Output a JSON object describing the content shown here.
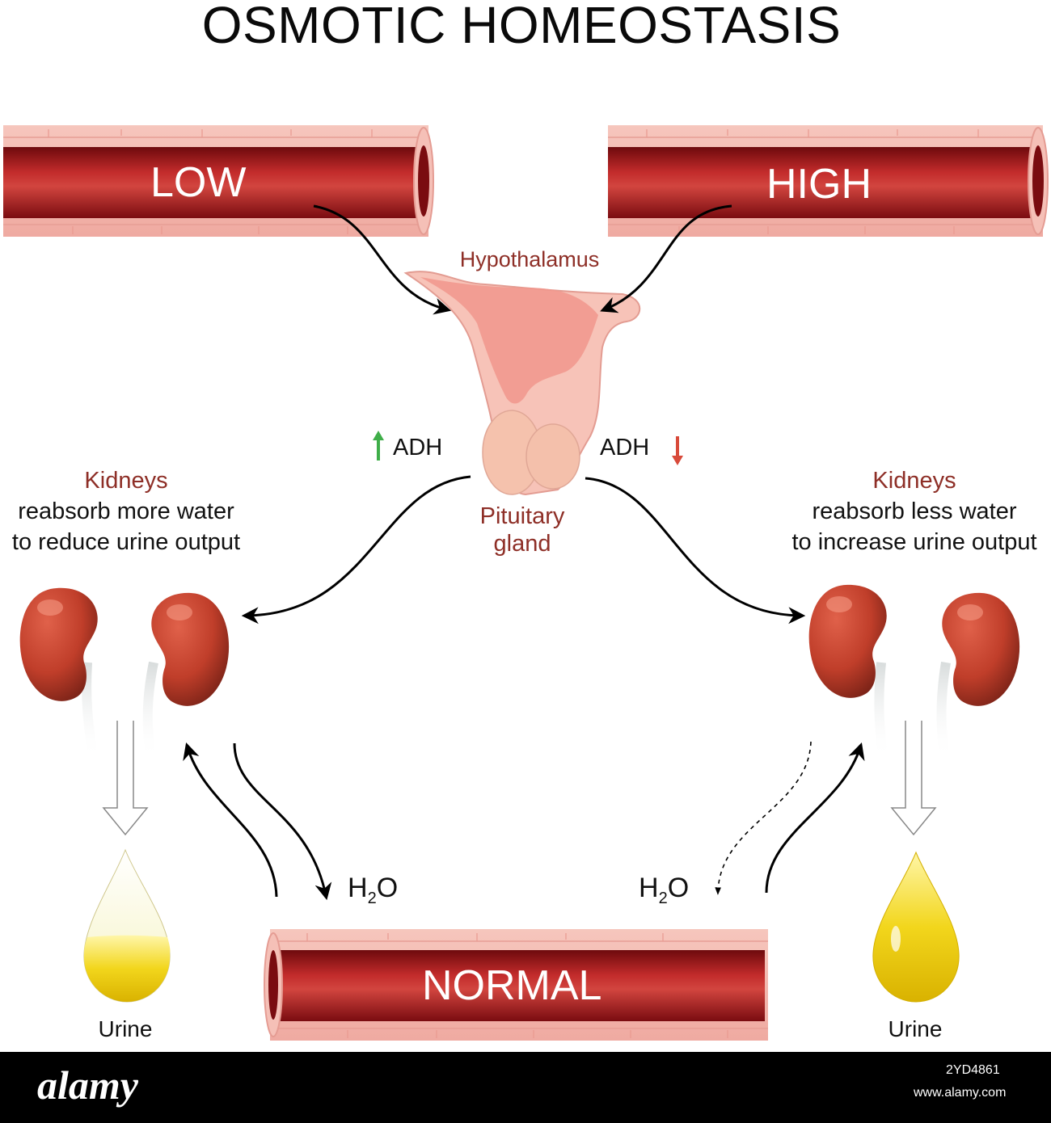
{
  "title": "OSMOTIC HOMEOSTASIS",
  "vessels": {
    "low": "LOW",
    "high": "HIGH",
    "normal": "NORMAL"
  },
  "hypothalamus": "Hypothalamus",
  "pituitary": {
    "line1": "Pituitary",
    "line2": "gland"
  },
  "adh": {
    "left": "ADH",
    "right": "ADH"
  },
  "left_kidneys": {
    "title": "Kidneys",
    "line1": "reabsorb more water",
    "line2": "to reduce urine output"
  },
  "right_kidneys": {
    "title": "Kidneys",
    "line1": "reabsorb less water",
    "line2": "to increase urine output"
  },
  "water": {
    "left": "H",
    "left_sub": "2",
    "left_tail": "O",
    "right": "H",
    "right_sub": "2",
    "right_tail": "O"
  },
  "urine": {
    "left": "Urine",
    "right": "Urine"
  },
  "footer": {
    "logo": "alamy",
    "image_id": "2YD4861",
    "site": "www.alamy.com"
  },
  "colors": {
    "vessel_dark": "#8a0f12",
    "vessel_mid": "#c42a2a",
    "vessel_wall": "#f2b8b0",
    "label_brown": "#8e2f27",
    "kidney": "#b83a26",
    "urine": "#e8c400",
    "adh_up": "#3fae49",
    "adh_down": "#d84a3a"
  },
  "icons": [
    "arrow-up-icon",
    "arrow-down-icon"
  ]
}
